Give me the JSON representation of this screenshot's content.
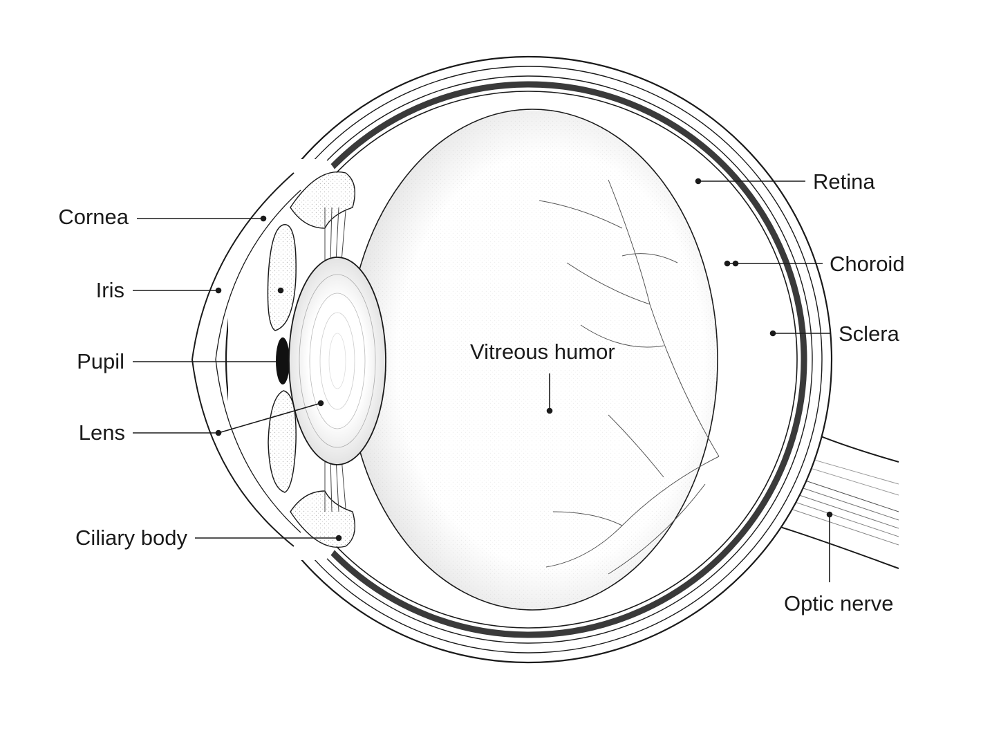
{
  "labels": {
    "cornea": "Cornea",
    "iris": "Iris",
    "pupil": "Pupil",
    "lens": "Lens",
    "ciliary_body": "Ciliary body",
    "retina": "Retina",
    "choroid": "Choroid",
    "sclera": "Sclera",
    "vitreous_humor": "Vitreous humor",
    "optic_nerve": "Optic nerve"
  },
  "colors": {
    "ink": "#1a1a1a",
    "choroid_fill": "#3a3a3a",
    "stipple": "#cfcfcf"
  }
}
